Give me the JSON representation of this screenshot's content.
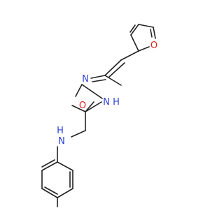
{
  "molecule": {
    "atom_labels": {
      "furan_oxygen": "O",
      "carbonyl_oxygen": "O",
      "imine_nitrogen": "N",
      "hydrazide_nitrogen": "N",
      "hydrazide_hydrogen": "H",
      "amine_nitrogen": "N",
      "amine_hydrogen": "H"
    },
    "colors": {
      "bond": "#222222",
      "oxygen": "#e8221c",
      "nitrogen": "#2a3fd6"
    }
  }
}
